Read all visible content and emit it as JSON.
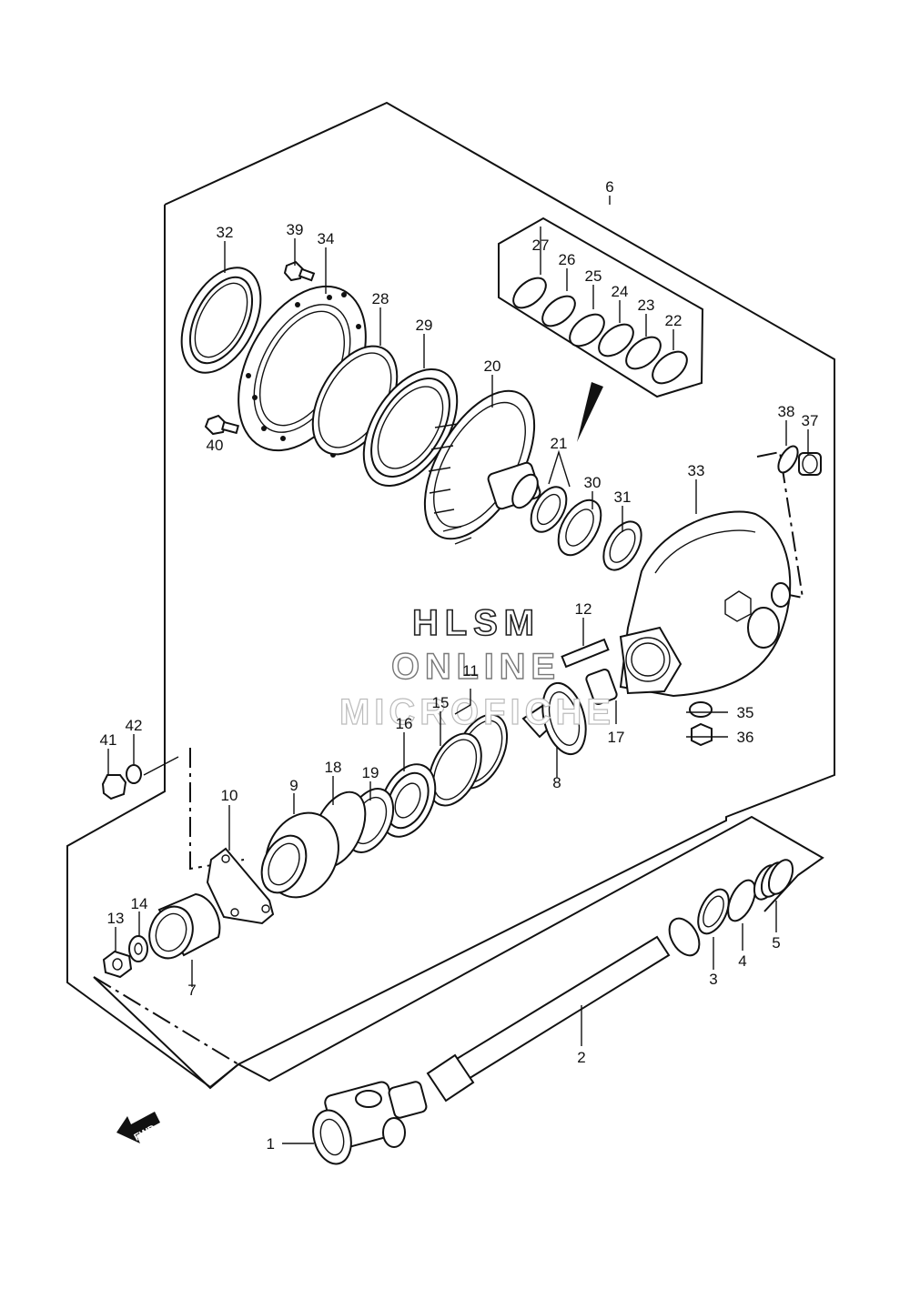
{
  "watermark": {
    "line1": "HLSM",
    "line2": "ONLINE",
    "line3": "MICROFICHE"
  },
  "fwd_label": "FWD",
  "callouts": [
    "1",
    "2",
    "3",
    "4",
    "5",
    "6",
    "7",
    "8",
    "9",
    "10",
    "11",
    "12",
    "13",
    "14",
    "15",
    "16",
    "17",
    "18",
    "19",
    "20",
    "21",
    "22",
    "23",
    "24",
    "25",
    "26",
    "27",
    "28",
    "29",
    "30",
    "31",
    "32",
    "33",
    "34",
    "35",
    "36",
    "37",
    "38",
    "39",
    "40",
    "41",
    "42"
  ]
}
